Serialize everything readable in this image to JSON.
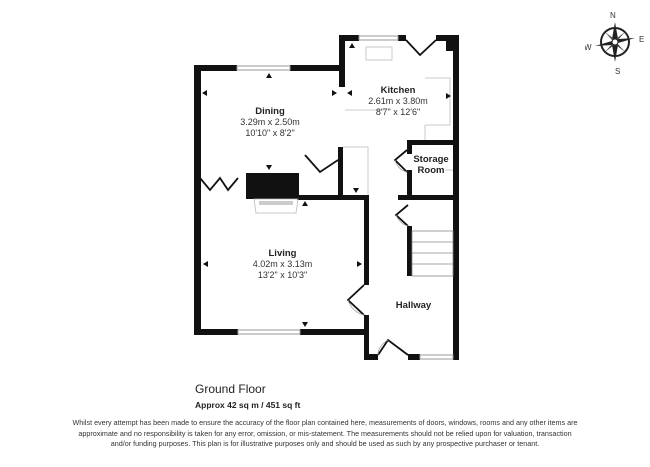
{
  "plan": {
    "floor_title": "Ground Floor",
    "floor_area": "Approx 42 sq m / 451 sq ft",
    "rooms": [
      {
        "name": "Dining",
        "metric": "3.29m x 2.50m",
        "imperial": "10'10\" x 8'2\""
      },
      {
        "name": "Kitchen",
        "metric": "2.61m x 3.80m",
        "imperial": "8'7\" x 12'6\""
      },
      {
        "name": "Storage",
        "name2": "Room"
      },
      {
        "name": "Living",
        "metric": "4.02m x 3.13m",
        "imperial": "13'2\" x 10'3\""
      },
      {
        "name": "Hallway"
      }
    ],
    "compass": {
      "n": "N",
      "e": "E",
      "s": "S",
      "w": "W"
    },
    "disclaimer": "Whilst every attempt has been made to ensure the accuracy of the floor plan contained here, measurements of doors, windows, rooms and any other items are approximate and no responsibility is taken for any error, omission, or mis-statement. The measurements should not be relied upon for valuation, transaction and/or funding purposes. This plan is for illustrative purposes only and should be used as such by any prospective purchaser or tenant."
  },
  "colors": {
    "wall": "#111111",
    "fixture": "#bbbbbb",
    "window": "#999999"
  }
}
